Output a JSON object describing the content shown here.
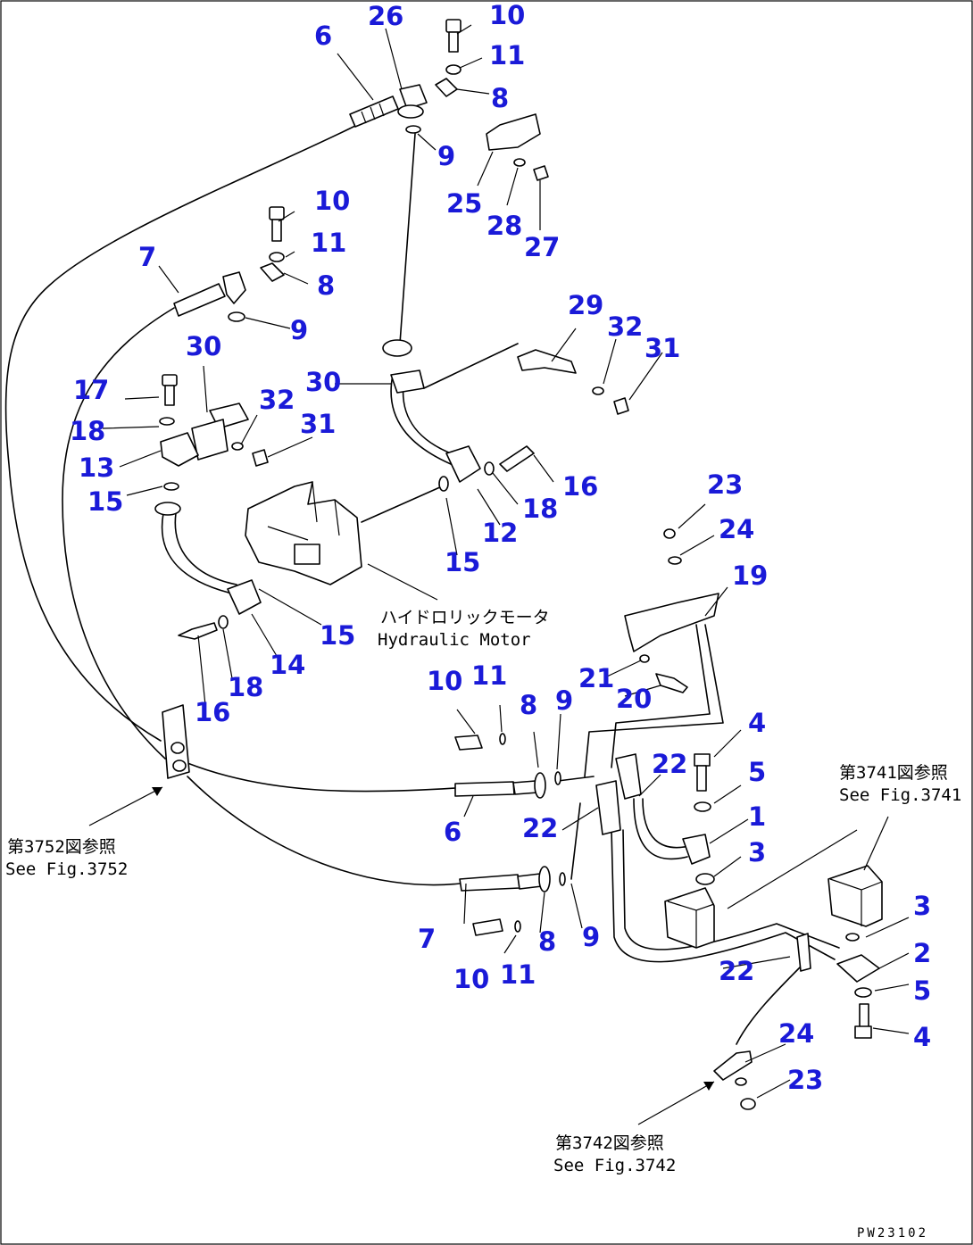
{
  "callouts": [
    "6",
    "26",
    "10",
    "11",
    "8",
    "9",
    "25",
    "28",
    "27",
    "10",
    "11",
    "8",
    "7",
    "9",
    "30",
    "17",
    "32",
    "30",
    "31",
    "18",
    "13",
    "15",
    "29",
    "32",
    "31",
    "16",
    "18",
    "12",
    "15",
    "23",
    "24",
    "19",
    "15",
    "14",
    "18",
    "16",
    "21",
    "20",
    "10",
    "11",
    "8",
    "9",
    "4",
    "22",
    "5",
    "6",
    "22",
    "1",
    "3",
    "7",
    "9",
    "8",
    "10",
    "11",
    "22",
    "3",
    "2",
    "5",
    "4",
    "24",
    "23"
  ],
  "notes": {
    "hydraulic_motor_jp": "ハイドロリックモータ",
    "hydraulic_motor_en": "Hydraulic Motor",
    "fig3752_jp": "第3752図参照",
    "fig3752_en": "See Fig.3752",
    "fig3741_jp": "第3741図参照",
    "fig3741_en": "See Fig.3741",
    "fig3742_jp": "第3742図参照",
    "fig3742_en": "See Fig.3742"
  },
  "drawing_code": "PW23102",
  "colors": {
    "callout": "#1a1ad8",
    "line": "#000000"
  }
}
